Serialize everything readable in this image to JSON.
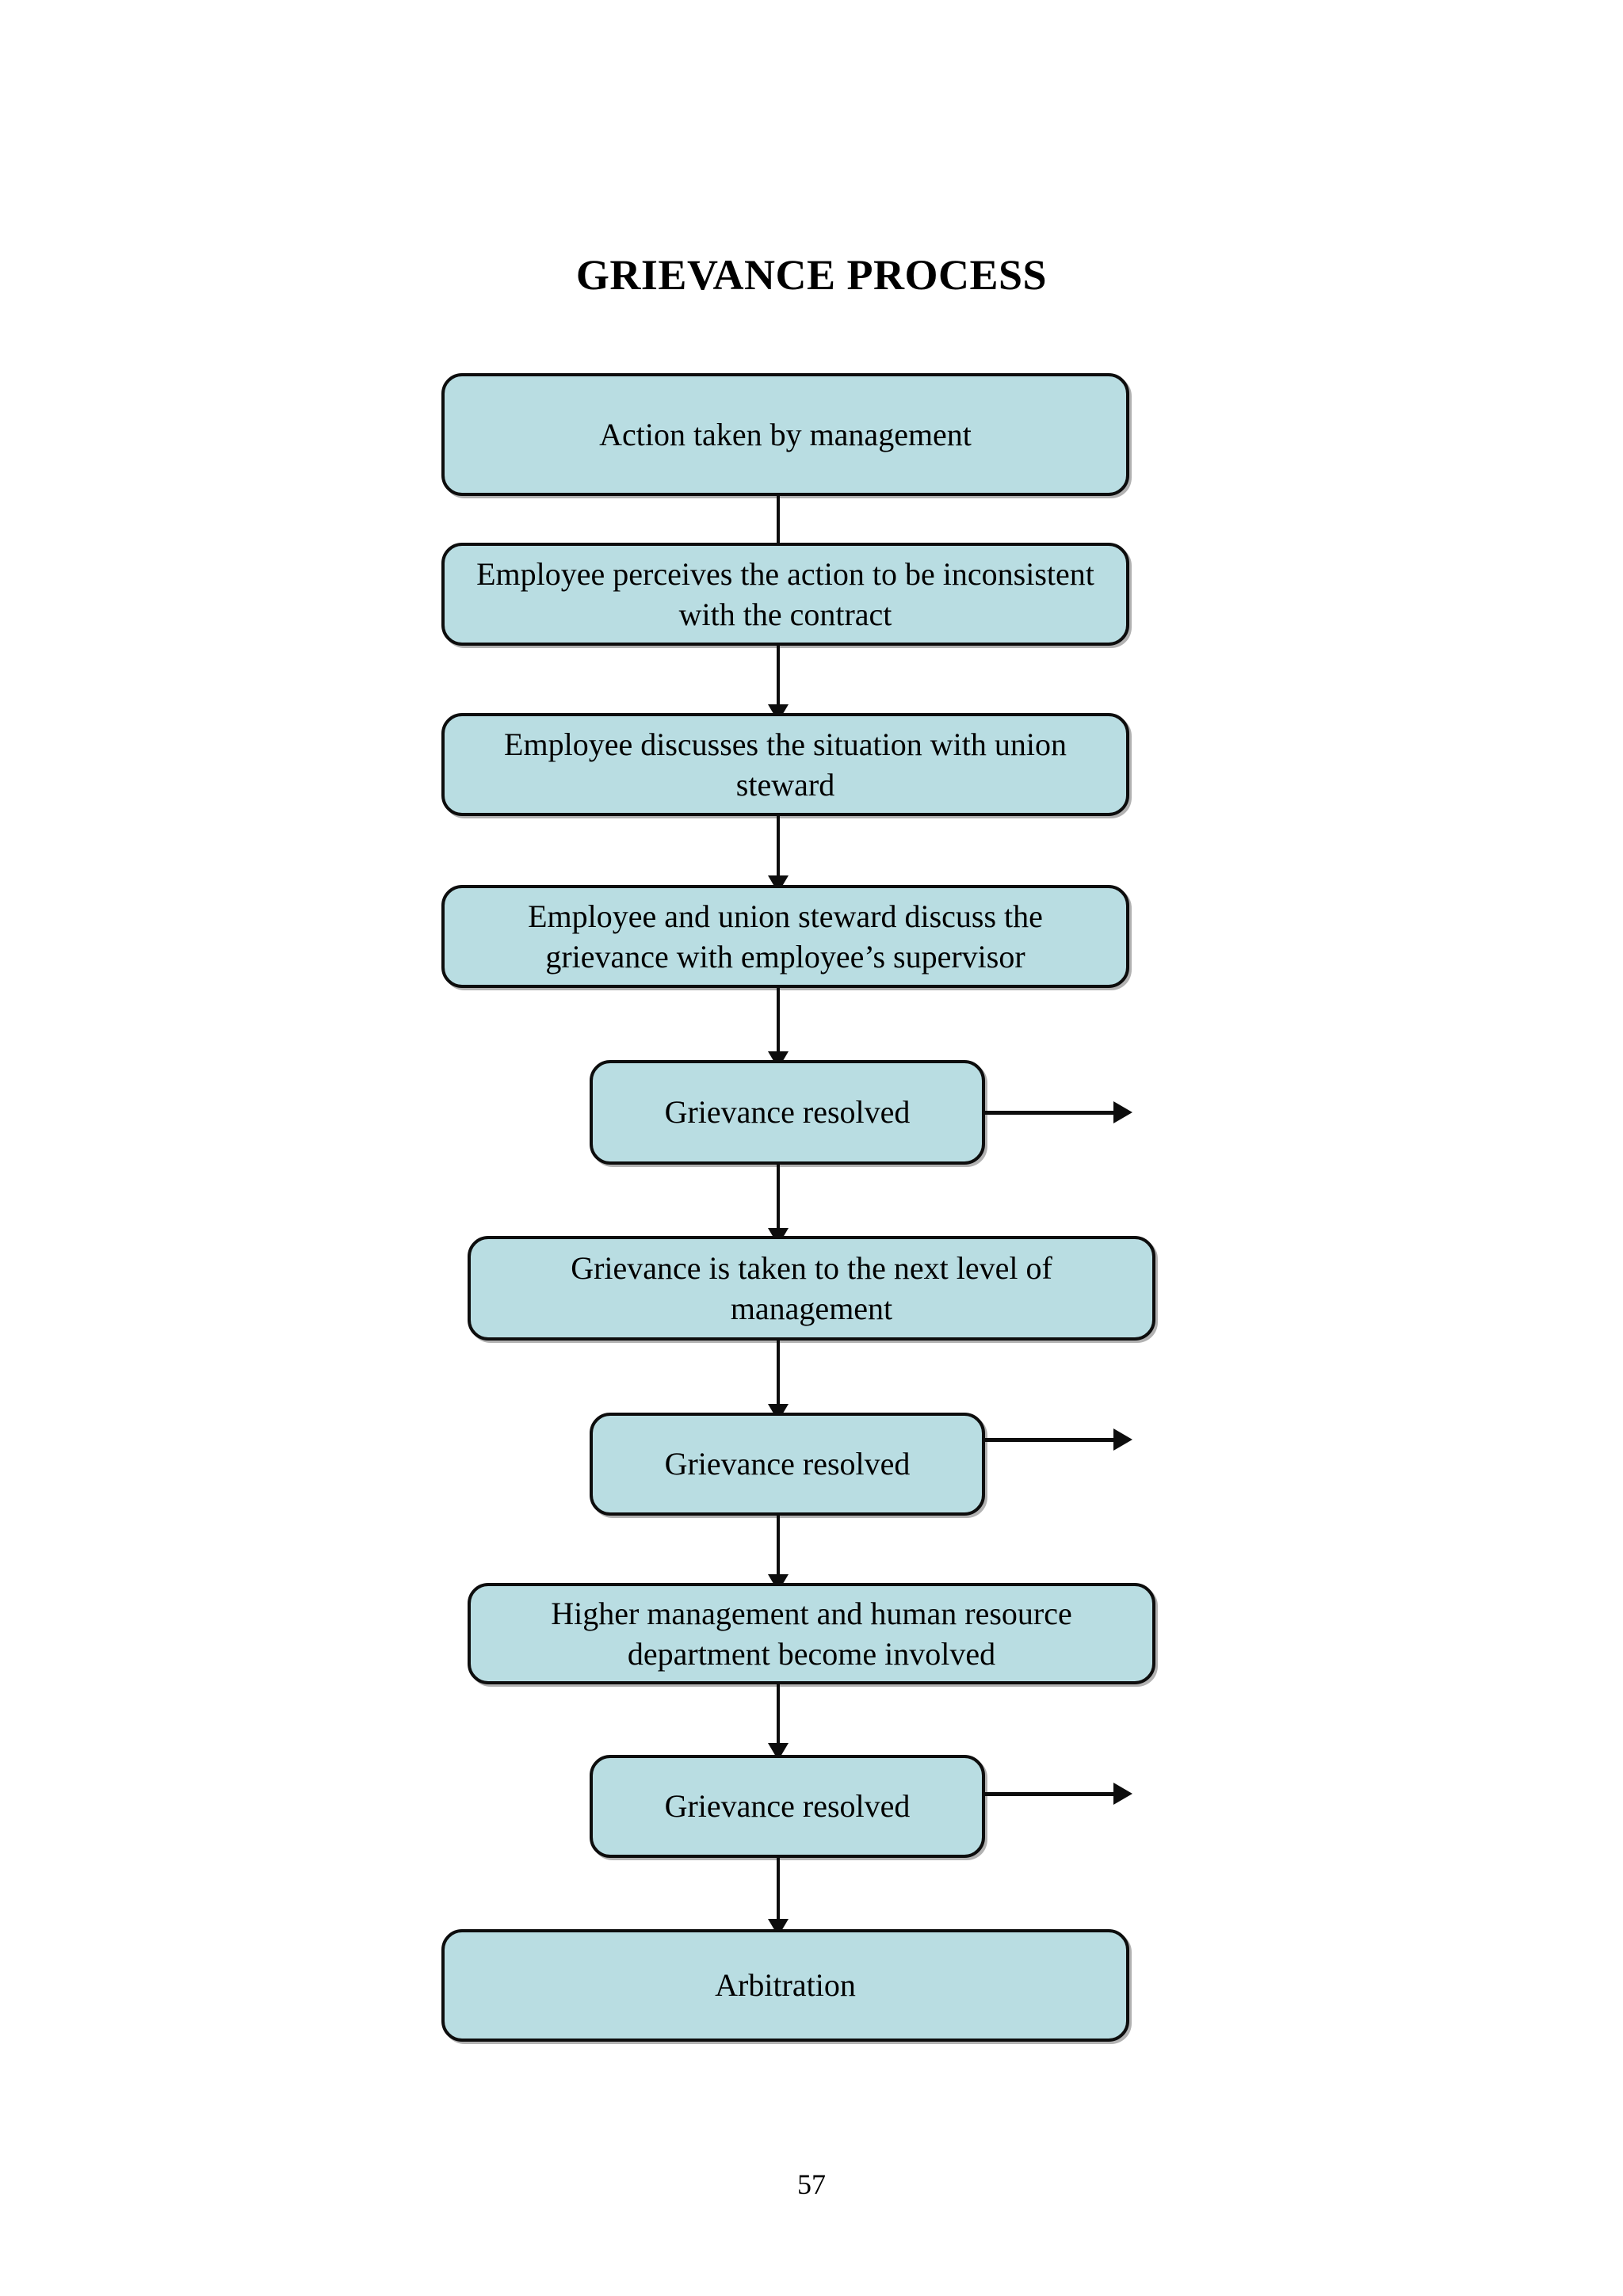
{
  "document": {
    "title": "GRIEVANCE PROCESS",
    "page_number": "57",
    "accent_fill": "#b9dde2",
    "border_color": "#0d0d0d",
    "background": "#ffffff"
  },
  "chart_data": {
    "type": "diagram",
    "diagram_kind": "flowchart",
    "title": "GRIEVANCE PROCESS",
    "orientation": "top-to-bottom",
    "nodes": [
      {
        "id": "n1",
        "label": "Action taken by management",
        "shape": "rounded-rectangle",
        "width": "wide"
      },
      {
        "id": "n2",
        "label": "Employee perceives the action to be inconsistent with the contract",
        "shape": "rounded-rectangle",
        "width": "wide"
      },
      {
        "id": "n3",
        "label": "Employee discusses the situation with union steward",
        "shape": "rounded-rectangle",
        "width": "wide"
      },
      {
        "id": "n4",
        "label": "Employee and union steward discuss the grievance with employee’s supervisor",
        "shape": "rounded-rectangle",
        "width": "wide"
      },
      {
        "id": "n5",
        "label": "Grievance resolved",
        "shape": "rounded-rectangle",
        "width": "narrow"
      },
      {
        "id": "n6",
        "label": "Grievance is taken to the next level of management",
        "shape": "rounded-rectangle",
        "width": "wide"
      },
      {
        "id": "n7",
        "label": "Grievance resolved",
        "shape": "rounded-rectangle",
        "width": "narrow"
      },
      {
        "id": "n8",
        "label": "Higher management and human resource department become involved",
        "shape": "rounded-rectangle",
        "width": "wide"
      },
      {
        "id": "n9",
        "label": "Grievance resolved",
        "shape": "rounded-rectangle",
        "width": "narrow"
      },
      {
        "id": "n10",
        "label": "Arbitration",
        "shape": "rounded-rectangle",
        "width": "wide"
      }
    ],
    "edges": [
      {
        "from": "n1",
        "to": "n2",
        "direction": "down",
        "label": ""
      },
      {
        "from": "n2",
        "to": "n3",
        "direction": "down",
        "label": ""
      },
      {
        "from": "n3",
        "to": "n4",
        "direction": "down",
        "label": ""
      },
      {
        "from": "n4",
        "to": "n5",
        "direction": "down",
        "label": ""
      },
      {
        "from": "n5",
        "to": "exit-1",
        "direction": "right",
        "label": ""
      },
      {
        "from": "n5",
        "to": "n6",
        "direction": "down",
        "label": ""
      },
      {
        "from": "n6",
        "to": "n7",
        "direction": "down",
        "label": ""
      },
      {
        "from": "n7",
        "to": "exit-2",
        "direction": "right",
        "label": ""
      },
      {
        "from": "n7",
        "to": "n8",
        "direction": "down",
        "label": ""
      },
      {
        "from": "n8",
        "to": "n9",
        "direction": "down",
        "label": ""
      },
      {
        "from": "n9",
        "to": "exit-3",
        "direction": "right",
        "label": ""
      },
      {
        "from": "n9",
        "to": "n10",
        "direction": "down",
        "label": ""
      }
    ]
  }
}
